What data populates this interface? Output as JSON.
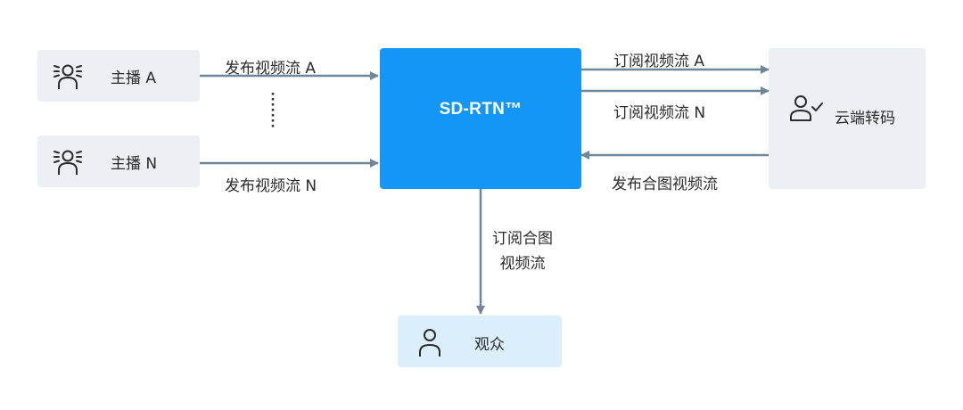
{
  "nodes": {
    "host_a": {
      "label": "主播 A",
      "icon": "broadcaster-icon"
    },
    "host_n": {
      "label": "主播 N",
      "icon": "broadcaster-icon"
    },
    "core": {
      "label": "SD-RTN™"
    },
    "transcode": {
      "label": "云端转码",
      "icon": "user-check-icon"
    },
    "audience": {
      "label": "观众",
      "icon": "user-icon"
    }
  },
  "edges": {
    "publish_a": "发布视频流 A",
    "publish_n": "发布视频流 N",
    "subscribe_a": "订阅视频流 A",
    "subscribe_n": "订阅视频流 N",
    "publish_mixed": "发布合图视频流",
    "subscribe_mixed_line1": "订阅合图",
    "subscribe_mixed_line2": "视频流"
  },
  "colors": {
    "core": "#1496f6",
    "node": "#eceff4",
    "audience": "#dbeefc",
    "arrow": "#6e8699"
  }
}
